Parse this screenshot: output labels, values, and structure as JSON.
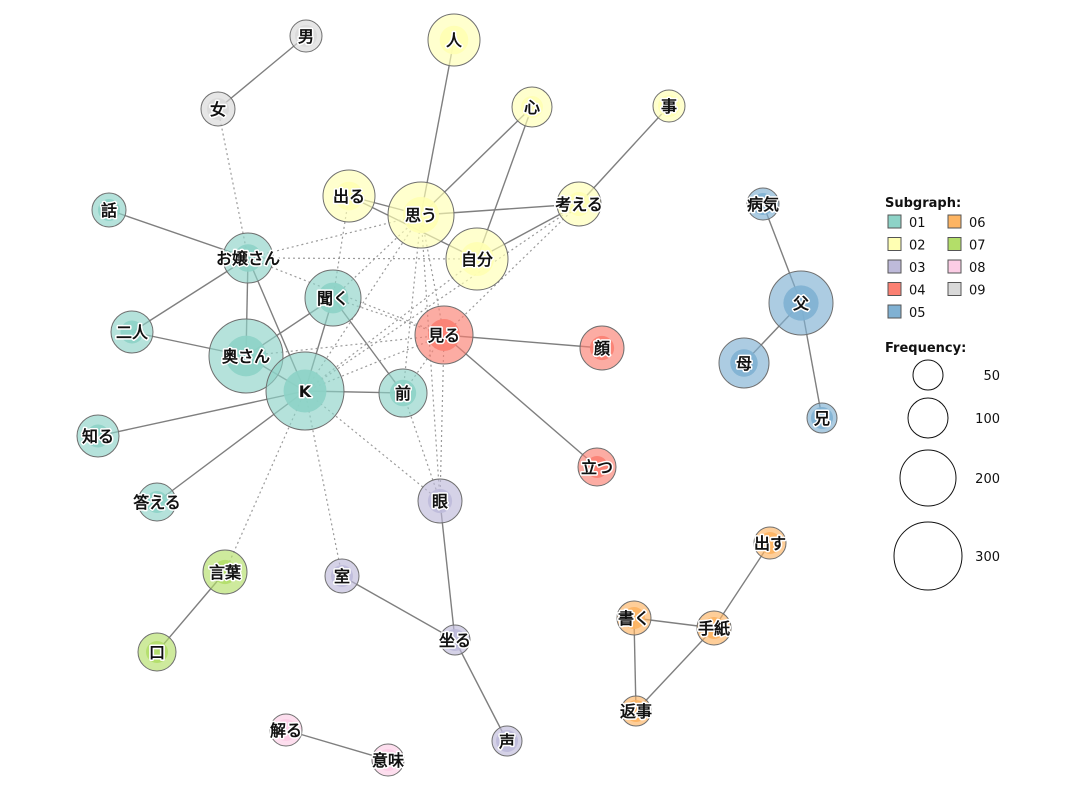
{
  "legend": {
    "subgraph_title": "Subgraph:",
    "subgraphs": [
      {
        "label": "01",
        "color": "#8dd3c7"
      },
      {
        "label": "02",
        "color": "#ffffb3"
      },
      {
        "label": "03",
        "color": "#bebada"
      },
      {
        "label": "04",
        "color": "#fb8072"
      },
      {
        "label": "05",
        "color": "#80b1d3"
      },
      {
        "label": "06",
        "color": "#fdb462"
      },
      {
        "label": "07",
        "color": "#b3de69"
      },
      {
        "label": "08",
        "color": "#fccde5"
      },
      {
        "label": "09",
        "color": "#d9d9d9"
      }
    ],
    "frequency_title": "Frequency:",
    "frequencies": [
      "50",
      "100",
      "200",
      "300"
    ]
  },
  "nodes": [
    {
      "id": "男",
      "group": "09"
    },
    {
      "id": "女",
      "group": "09"
    },
    {
      "id": "人",
      "group": "02"
    },
    {
      "id": "心",
      "group": "02"
    },
    {
      "id": "事",
      "group": "02"
    },
    {
      "id": "出る",
      "group": "02"
    },
    {
      "id": "思う",
      "group": "02"
    },
    {
      "id": "考える",
      "group": "02"
    },
    {
      "id": "自分",
      "group": "02"
    },
    {
      "id": "話",
      "group": "01"
    },
    {
      "id": "お嬢さん",
      "group": "01"
    },
    {
      "id": "聞く",
      "group": "01"
    },
    {
      "id": "二人",
      "group": "01"
    },
    {
      "id": "奥さん",
      "group": "01"
    },
    {
      "id": "K",
      "group": "01"
    },
    {
      "id": "前",
      "group": "01"
    },
    {
      "id": "知る",
      "group": "01"
    },
    {
      "id": "答える",
      "group": "01"
    },
    {
      "id": "見る",
      "group": "04"
    },
    {
      "id": "顔",
      "group": "04"
    },
    {
      "id": "立つ",
      "group": "04"
    },
    {
      "id": "眼",
      "group": "03"
    },
    {
      "id": "室",
      "group": "03"
    },
    {
      "id": "坐る",
      "group": "03"
    },
    {
      "id": "声",
      "group": "03"
    },
    {
      "id": "言葉",
      "group": "07"
    },
    {
      "id": "口",
      "group": "07"
    },
    {
      "id": "解る",
      "group": "08"
    },
    {
      "id": "意味",
      "group": "08"
    },
    {
      "id": "病気",
      "group": "05"
    },
    {
      "id": "父",
      "group": "05"
    },
    {
      "id": "母",
      "group": "05"
    },
    {
      "id": "兄",
      "group": "05"
    },
    {
      "id": "出す",
      "group": "06"
    },
    {
      "id": "書く",
      "group": "06"
    },
    {
      "id": "手紙",
      "group": "06"
    },
    {
      "id": "返事",
      "group": "06"
    }
  ],
  "edges": [
    {
      "source": "男",
      "target": "女",
      "style": "solid"
    },
    {
      "source": "女",
      "target": "お嬢さん",
      "style": "dotted"
    },
    {
      "source": "人",
      "target": "思う",
      "style": "solid"
    },
    {
      "source": "心",
      "target": "思う",
      "style": "solid"
    },
    {
      "source": "心",
      "target": "自分",
      "style": "solid"
    },
    {
      "source": "事",
      "target": "考える",
      "style": "solid"
    },
    {
      "source": "出る",
      "target": "思う",
      "style": "solid"
    },
    {
      "source": "出る",
      "target": "自分",
      "style": "solid"
    },
    {
      "source": "思う",
      "target": "考える",
      "style": "solid"
    },
    {
      "source": "考える",
      "target": "自分",
      "style": "solid"
    },
    {
      "source": "話",
      "target": "お嬢さん",
      "style": "solid"
    },
    {
      "source": "お嬢さん",
      "target": "二人",
      "style": "solid"
    },
    {
      "source": "お嬢さん",
      "target": "奥さん",
      "style": "solid"
    },
    {
      "source": "お嬢さん",
      "target": "K",
      "style": "solid"
    },
    {
      "source": "聞く",
      "target": "奥さん",
      "style": "solid"
    },
    {
      "source": "聞く",
      "target": "K",
      "style": "solid"
    },
    {
      "source": "聞く",
      "target": "前",
      "style": "solid"
    },
    {
      "source": "二人",
      "target": "奥さん",
      "style": "solid"
    },
    {
      "source": "奥さん",
      "target": "K",
      "style": "solid"
    },
    {
      "source": "K",
      "target": "前",
      "style": "solid"
    },
    {
      "source": "K",
      "target": "知る",
      "style": "solid"
    },
    {
      "source": "K",
      "target": "答える",
      "style": "solid"
    },
    {
      "source": "見る",
      "target": "顔",
      "style": "solid"
    },
    {
      "source": "見る",
      "target": "立つ",
      "style": "solid"
    },
    {
      "source": "眼",
      "target": "坐る",
      "style": "solid"
    },
    {
      "source": "室",
      "target": "坐る",
      "style": "solid"
    },
    {
      "source": "坐る",
      "target": "声",
      "style": "solid"
    },
    {
      "source": "言葉",
      "target": "口",
      "style": "solid"
    },
    {
      "source": "解る",
      "target": "意味",
      "style": "solid"
    },
    {
      "source": "病気",
      "target": "父",
      "style": "solid"
    },
    {
      "source": "父",
      "target": "母",
      "style": "solid"
    },
    {
      "source": "父",
      "target": "兄",
      "style": "solid"
    },
    {
      "source": "出す",
      "target": "手紙",
      "style": "solid"
    },
    {
      "source": "書く",
      "target": "手紙",
      "style": "solid"
    },
    {
      "source": "書く",
      "target": "返事",
      "style": "solid"
    },
    {
      "source": "手紙",
      "target": "返事",
      "style": "solid"
    },
    {
      "source": "お嬢さん",
      "target": "思う",
      "style": "dotted"
    },
    {
      "source": "お嬢さん",
      "target": "自分",
      "style": "dotted"
    },
    {
      "source": "お嬢さん",
      "target": "見る",
      "style": "dotted"
    },
    {
      "source": "聞く",
      "target": "出る",
      "style": "dotted"
    },
    {
      "source": "聞く",
      "target": "思う",
      "style": "dotted"
    },
    {
      "source": "聞く",
      "target": "見る",
      "style": "dotted"
    },
    {
      "source": "K",
      "target": "思う",
      "style": "dotted"
    },
    {
      "source": "K",
      "target": "自分",
      "style": "dotted"
    },
    {
      "source": "K",
      "target": "考える",
      "style": "dotted"
    },
    {
      "source": "K",
      "target": "見る",
      "style": "dotted"
    },
    {
      "source": "K",
      "target": "眼",
      "style": "dotted"
    },
    {
      "source": "K",
      "target": "言葉",
      "style": "dotted"
    },
    {
      "source": "K",
      "target": "室",
      "style": "dotted"
    },
    {
      "source": "前",
      "target": "見る",
      "style": "dotted"
    },
    {
      "source": "前",
      "target": "思う",
      "style": "dotted"
    },
    {
      "source": "前",
      "target": "眼",
      "style": "dotted"
    },
    {
      "source": "見る",
      "target": "思う",
      "style": "dotted"
    },
    {
      "source": "見る",
      "target": "考える",
      "style": "dotted"
    },
    {
      "source": "見る",
      "target": "眼",
      "style": "dotted"
    },
    {
      "source": "奥さん",
      "target": "見る",
      "style": "dotted"
    },
    {
      "source": "思う",
      "target": "眼",
      "style": "dotted"
    }
  ]
}
